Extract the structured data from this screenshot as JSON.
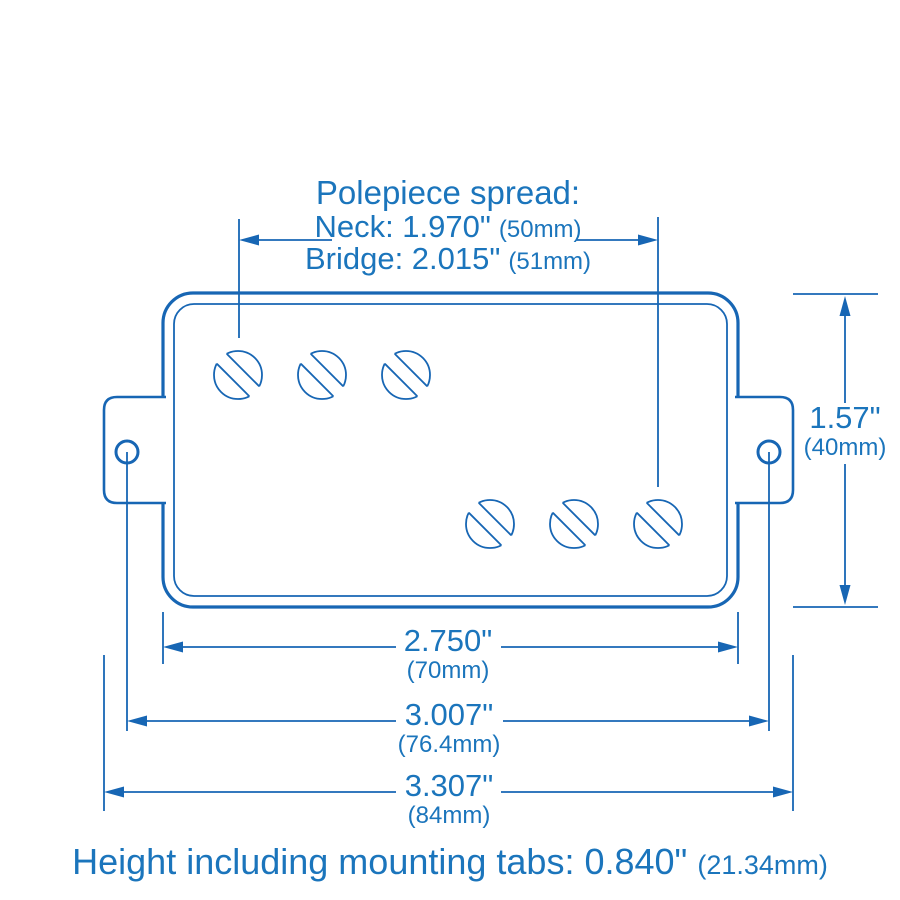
{
  "drawing": {
    "accent_color": "#1b75bc",
    "line_color": "#1766b4",
    "title": "Polepiece spread:",
    "neck": {
      "value": "Neck: 1.970\"",
      "metric": "(50mm)"
    },
    "bridge": {
      "value": "Bridge: 2.015\"",
      "metric": "(51mm)"
    },
    "height_dim": {
      "value": "1.57\"",
      "metric": "(40mm)"
    },
    "body_width_dim": {
      "value": "2.750\"",
      "metric": "(70mm)"
    },
    "mount_hole_spacing_dim": {
      "value": "3.007\"",
      "metric": "(76.4mm)"
    },
    "overall_width_dim": {
      "value": "3.307\"",
      "metric": "(84mm)"
    },
    "footer": {
      "label": "Height including mounting tabs: 0.840\"",
      "metric": "(21.34mm)"
    }
  }
}
